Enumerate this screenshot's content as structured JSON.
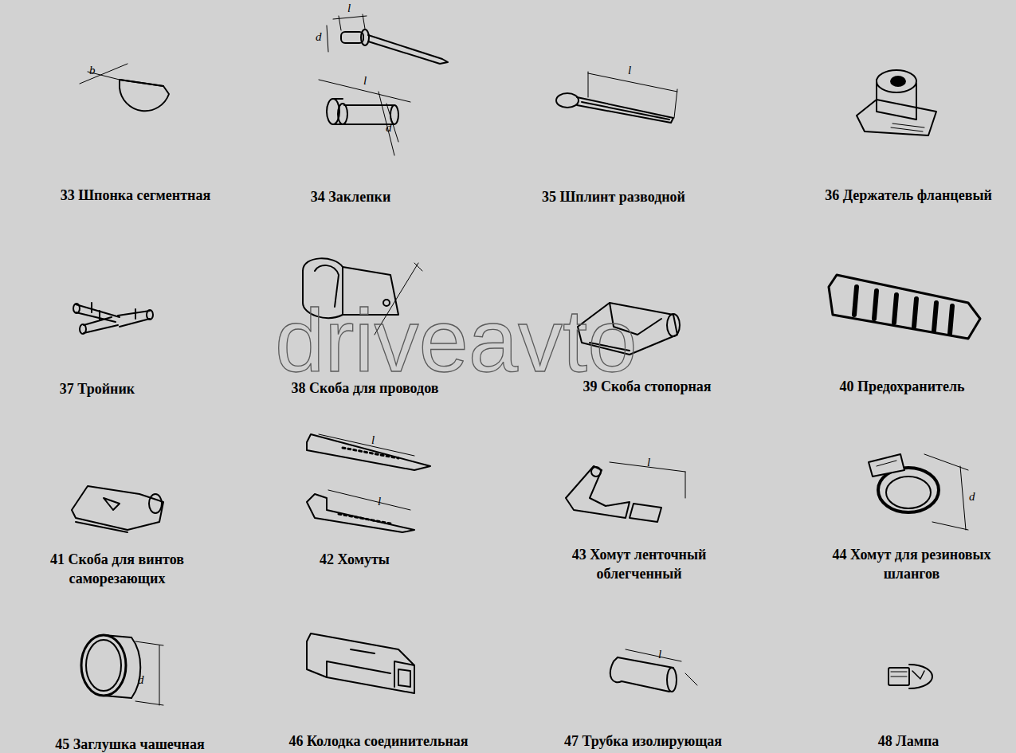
{
  "diagram": {
    "labels": [
      "33 Шпонка сегментная",
      "34 Заклепки",
      "35 Шплинт разводной",
      "36 Держатель фланцевый",
      "37 Тройник",
      "38 Скоба для проводов",
      "39 Скоба стопорная",
      "40 Предохранитель",
      "41 Скоба для винтов саморезающих",
      "42 Хомуты",
      "43 Хомут ленточный облегченный",
      "44 Хомут для резиновых шлангов",
      "45 Заглушка чашечная",
      "46 Колодка соединительная",
      "47 Трубка изолирующая",
      "48 Лампа",
      "b",
      "d",
      "l",
      "l",
      "d",
      "l",
      "l",
      "l",
      "l",
      "d",
      "d",
      "l",
      "driveavto"
    ]
  }
}
